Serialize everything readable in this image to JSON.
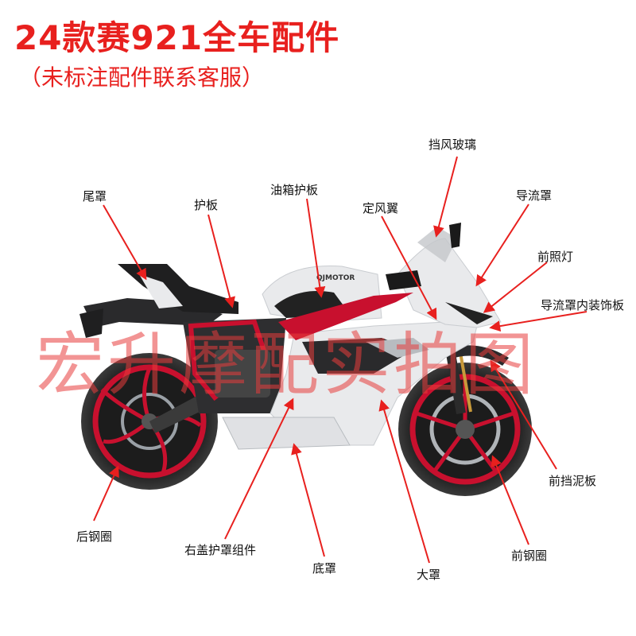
{
  "header": {
    "title": "24款赛921全车配件",
    "subtitle": "（未标注配件联系客服）"
  },
  "watermark": "宏升摩配实拍图",
  "brand_text": "QJMOTOR",
  "parts": {
    "tail_cover": "尾罩",
    "guard_plate": "护板",
    "tank_guard": "油箱护板",
    "winglet": "定风翼",
    "windscreen": "挡风玻璃",
    "fairing": "导流罩",
    "headlight": "前照灯",
    "fairing_inner_trim": "导流罩内装饰板",
    "front_fender": "前挡泥板",
    "front_rim": "前钢圈",
    "main_cover": "大罩",
    "belly_pan": "底罩",
    "right_cover_assembly": "右盖护罩组件",
    "rear_rim": "后钢圈"
  },
  "colors": {
    "title": "#e8201e",
    "arrow": "#e8201e",
    "rim": "#c8102e",
    "body_white": "#e9eaec",
    "body_dark": "#2a2a2c"
  }
}
